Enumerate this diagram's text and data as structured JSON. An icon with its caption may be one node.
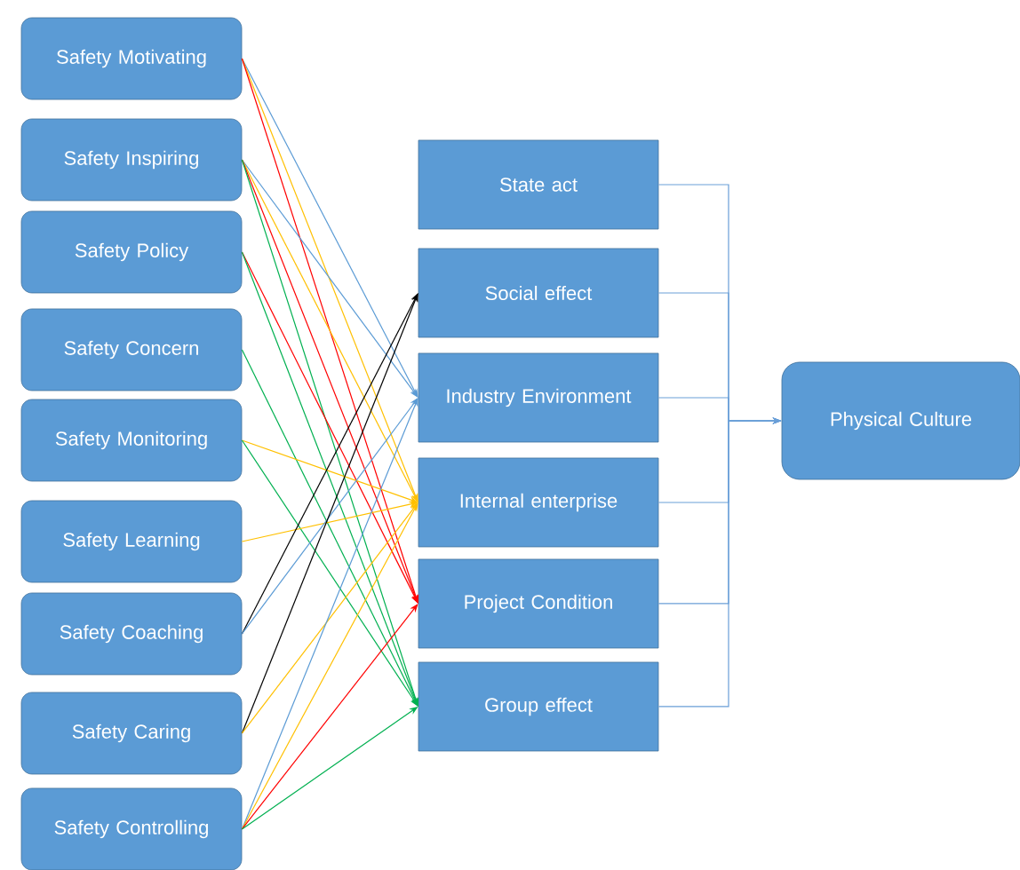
{
  "diagram": {
    "nodes": [
      {
        "text": [
          "Safety Motivating"
        ]
      },
      {
        "text": [
          "Safety Inspiring"
        ]
      },
      {
        "text": [
          "Safety Policy"
        ]
      },
      {
        "text": [
          "Safety Concern"
        ]
      },
      {
        "text": [
          "Safety Monitoring"
        ]
      },
      {
        "text": [
          "Safety Learning"
        ]
      },
      {
        "text": [
          "Safety Coaching"
        ]
      },
      {
        "text": [
          "Safety Caring"
        ]
      },
      {
        "text": [
          "Safety Controlling"
        ]
      },
      {
        "text": [
          "State act"
        ]
      },
      {
        "text": [
          "Social effect"
        ]
      },
      {
        "text": [
          "Industry Environment"
        ]
      },
      {
        "text": [
          "Internal enterprise"
        ]
      },
      {
        "text": [
          "Project Condition"
        ]
      },
      {
        "text": [
          "Group effect"
        ]
      },
      {
        "text": [
          "Physical Culture"
        ]
      }
    ],
    "edges": [
      {
        "from": 0,
        "to": 11,
        "arrow": "to",
        "color": "#5b9bd5"
      },
      {
        "from": 0,
        "to": 12,
        "arrow": "to",
        "color": "#ffc000"
      },
      {
        "from": 0,
        "to": 13,
        "arrow": "to",
        "color": "#ff0000"
      },
      {
        "from": 1,
        "to": 11,
        "arrow": "to",
        "color": "#5b9bd5"
      },
      {
        "from": 1,
        "to": 12,
        "arrow": "to",
        "color": "#ffc000"
      },
      {
        "from": 1,
        "to": 13,
        "arrow": "to",
        "color": "#ff0000"
      },
      {
        "from": 1,
        "to": 14,
        "arrow": "to",
        "color": "#00b050"
      },
      {
        "from": 2,
        "to": 13,
        "arrow": "to",
        "color": "#ff0000"
      },
      {
        "from": 2,
        "to": 14,
        "arrow": "to",
        "color": "#00b050"
      },
      {
        "from": 3,
        "to": 14,
        "arrow": "to",
        "color": "#00b050"
      },
      {
        "from": 4,
        "to": 12,
        "arrow": "to",
        "color": "#ffc000"
      },
      {
        "from": 4,
        "to": 14,
        "arrow": "to",
        "color": "#00b050"
      },
      {
        "from": 5,
        "to": 12,
        "arrow": "to",
        "color": "#ffc000"
      },
      {
        "from": 6,
        "to": 10,
        "arrow": "to",
        "color": "#000000"
      },
      {
        "from": 6,
        "to": 11,
        "arrow": "to",
        "color": "#5b9bd5"
      },
      {
        "from": 7,
        "to": 10,
        "arrow": "to",
        "color": "#000000"
      },
      {
        "from": 7,
        "to": 12,
        "arrow": "to",
        "color": "#ffc000"
      },
      {
        "from": 8,
        "to": 11,
        "arrow": "to",
        "color": "#5b9bd5"
      },
      {
        "from": 8,
        "to": 12,
        "arrow": "to",
        "color": "#ffc000"
      },
      {
        "from": 8,
        "to": 13,
        "arrow": "to",
        "color": "#ff0000"
      },
      {
        "from": 8,
        "to": 14,
        "arrow": "to",
        "color": "#00b050"
      },
      {
        "from": 9,
        "to": 15,
        "arrow": "to",
        "color": "#6a9fd8"
      },
      {
        "from": 10,
        "to": 15,
        "arrow": "to",
        "color": "#6a9fd8"
      },
      {
        "from": 11,
        "to": 15,
        "arrow": "to",
        "color": "#6a9fd8"
      },
      {
        "from": 12,
        "to": 15,
        "arrow": "to",
        "color": "#6a9fd8"
      },
      {
        "from": 13,
        "to": 15,
        "arrow": "to",
        "color": "#6a9fd8"
      },
      {
        "from": 14,
        "to": 15,
        "arrow": "to",
        "color": "#6a9fd8"
      }
    ]
  }
}
